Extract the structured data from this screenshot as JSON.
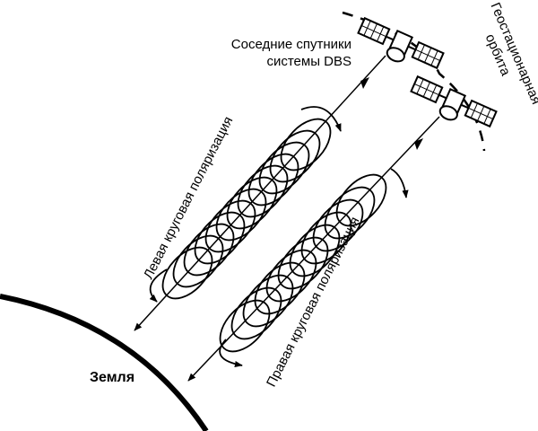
{
  "labels": {
    "satellites": [
      "Соседние спутники",
      "системы DBS"
    ],
    "orbit": [
      "Геостационарная",
      "орбита"
    ],
    "earth": "Земля",
    "left_polarization": "Левая круговая поляризация",
    "right_polarization": "Правая круговая поляризация"
  },
  "colors": {
    "ink": "#000000",
    "background": "#ffffff"
  },
  "icons": [
    "satellite-icon",
    "satellite-icon"
  ]
}
